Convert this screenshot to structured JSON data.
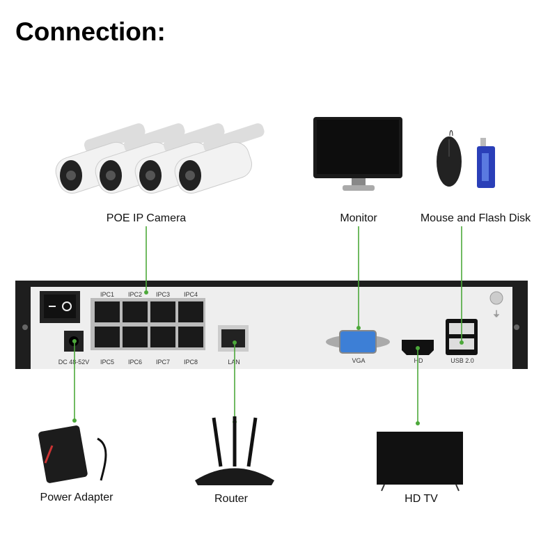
{
  "title": "Connection:",
  "devices_top": {
    "camera": "POE IP Camera",
    "monitor": "Monitor",
    "mouse_flash": "Mouse and Flash Disk"
  },
  "devices_bottom": {
    "power": "Power Adapter",
    "router": "Router",
    "tv": "HD TV"
  },
  "nvr_ports": {
    "ipc_top": [
      "IPC1",
      "IPC2",
      "IPC3",
      "IPC4"
    ],
    "ipc_bottom": [
      "IPC5",
      "IPC6",
      "IPC7",
      "IPC8"
    ],
    "dc": "DC 48-52V",
    "lan": "LAN",
    "vga": "VGA",
    "hd": "HD",
    "usb": "USB 2.0"
  },
  "colors": {
    "wire": "#4ca83a",
    "vga_port": "#3d7fd6",
    "flash_disk": "#2a3fb8"
  }
}
